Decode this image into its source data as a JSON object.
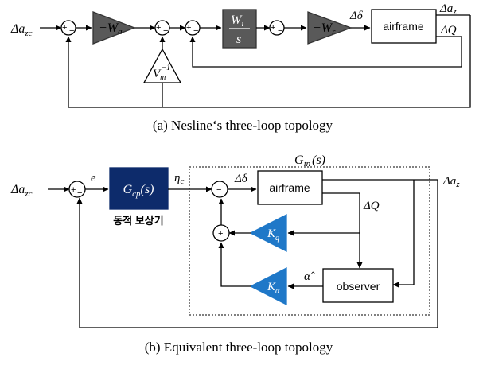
{
  "colors": {
    "line": "#000000",
    "gain_gray": "#595959",
    "gain_blue": "#1f78c8",
    "compensator_navy": "#0d2b6b",
    "dashed_box": "#000000"
  },
  "diagram_a": {
    "input_label": "Δa",
    "input_sub": "zc",
    "gain_wa": "−W",
    "gain_wa_sub": "a",
    "gain_wi_num": "W",
    "gain_wi_num_sub": "i",
    "gain_wi_den": "s",
    "gain_wr": "−W",
    "gain_wr_sub": "r",
    "gain_vm": "V",
    "gain_vm_sub": "m",
    "gain_vm_sup": "−1",
    "delta_label": "Δδ",
    "airframe_label": "airframe",
    "output_az": "Δa",
    "output_az_sub": "z",
    "output_q": "ΔQ",
    "sum_plus": "+",
    "sum_minus": "−",
    "caption": "(a)  Nesline‘s three-loop topology"
  },
  "diagram_b": {
    "input_label": "Δa",
    "input_sub": "zc",
    "error_label": "e",
    "compensator_label": "G",
    "compensator_sub": "cp",
    "compensator_arg": "(s)",
    "compensator_korean": "동적 보상기",
    "eta_label": "η",
    "eta_sub": "c",
    "gin_label": "G",
    "gin_sub": "in",
    "gin_arg": "(s)",
    "delta_label": "Δδ",
    "airframe_label": "airframe",
    "output_az": "Δa",
    "output_az_sub": "z",
    "output_q": "ΔQ",
    "gain_kq": "K",
    "gain_kq_sub": "q",
    "gain_ka": "K",
    "gain_ka_sub": "α",
    "alpha_hat": "α̂",
    "observer_label": "observer",
    "sum_plus": "+",
    "sum_minus": "−",
    "caption": "(b)  Equivalent  three-loop  topology"
  }
}
